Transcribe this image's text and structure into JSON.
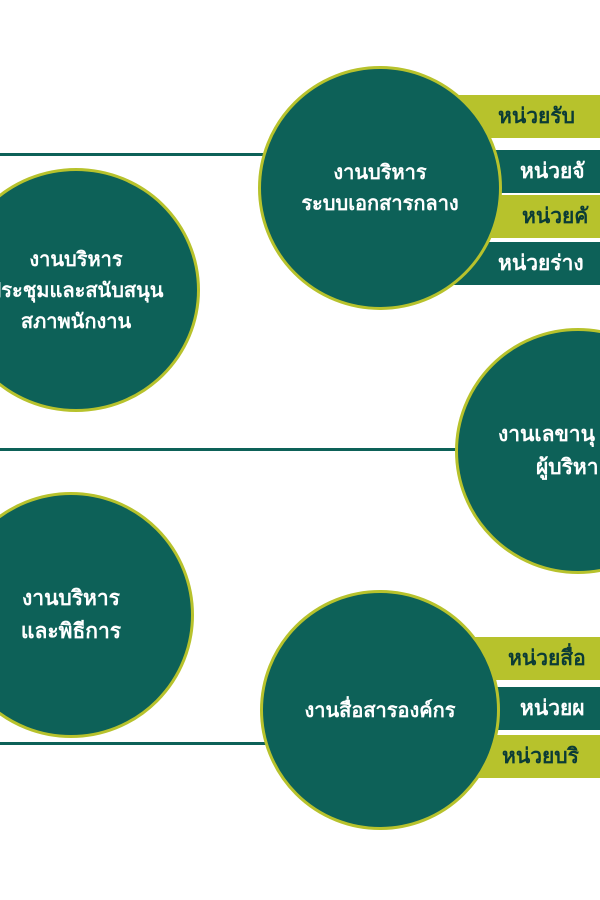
{
  "diagram": {
    "nodes": {
      "central_docs": {
        "lines": [
          "งานบริหาร",
          "ระบบเอกสารกลาง"
        ],
        "units": [
          "หน่วยรับ",
          "หน่วยจั",
          "หน่วยคั",
          "หน่วยร่าง"
        ]
      },
      "meeting_support": {
        "lines": [
          "งานบริหาร",
          "ประชุมและสนับสนุน",
          "สภาพนักงาน"
        ]
      },
      "secretary": {
        "lines": [
          "งานเลขานุ",
          "ผู้บริหา"
        ]
      },
      "ceremony": {
        "lines": [
          "งานบริหาร",
          "และพิธีการ"
        ]
      },
      "corporate_comm": {
        "lines": [
          "งานสื่อสารองค์กร"
        ],
        "units": [
          "หน่วยสื่อ",
          "หน่วยผ",
          "หน่วยบริ"
        ]
      }
    },
    "colors": {
      "node_fill": "#0d6158",
      "accent": "#b7c22c",
      "connector": "#0d6158",
      "text_light": "#ffffff",
      "text_dark": "#0b3b36"
    }
  }
}
